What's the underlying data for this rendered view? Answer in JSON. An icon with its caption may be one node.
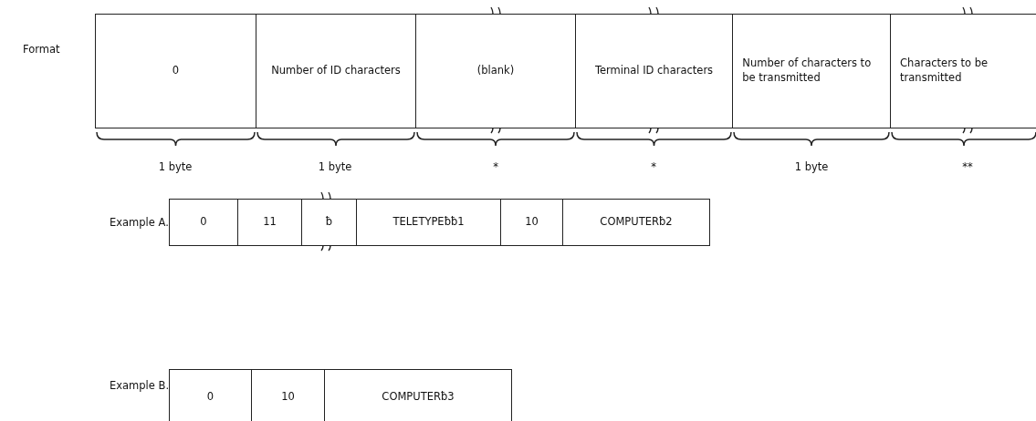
{
  "diagram": {
    "nodes": [
      {
        "text": [
          "0"
        ]
      },
      {
        "text": [
          "Number of ID characters"
        ]
      },
      {
        "text": [
          "(blank)"
        ]
      },
      {
        "text": [
          "Terminal ID characters"
        ]
      },
      {
        "text": [
          "Number of characters to be transmitted"
        ]
      },
      {
        "text": [
          "Characters to be transmitted"
        ]
      },
      {
        "text": [
          "0"
        ]
      },
      {
        "text": [
          "11"
        ]
      },
      {
        "text": [
          "ƀ"
        ]
      },
      {
        "text": [
          "TELETYPEƀƀ1"
        ]
      },
      {
        "text": [
          "10"
        ]
      },
      {
        "text": [
          "COMPUTERƀ2"
        ]
      },
      {
        "text": [
          "0"
        ]
      },
      {
        "text": [
          "10"
        ]
      },
      {
        "text": [
          "COMPUTERƀ3"
        ]
      }
    ],
    "labels": [
      "Format",
      "1 byte",
      "1 byte",
      "*",
      "*",
      "1 byte",
      "**",
      "Example A.",
      "Example B."
    ]
  }
}
